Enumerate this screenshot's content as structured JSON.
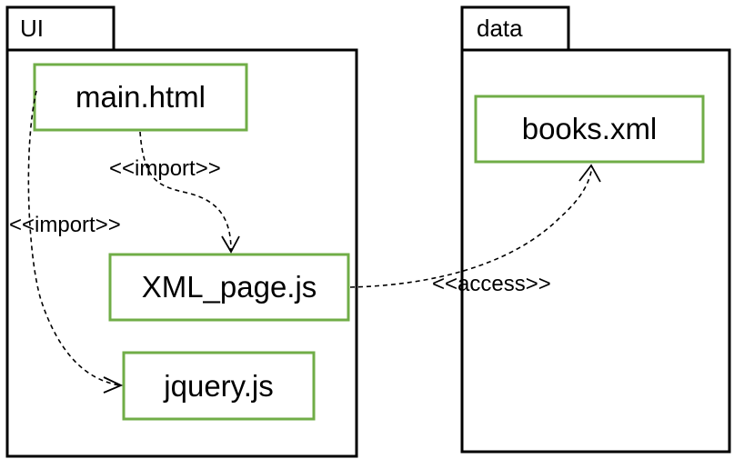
{
  "packages": {
    "ui": {
      "label": "UI"
    },
    "data": {
      "label": "data"
    }
  },
  "nodes": {
    "main_html": {
      "label": "main.html"
    },
    "xml_page_js": {
      "label": "XML_page.js"
    },
    "jquery_js": {
      "label": "jquery.js"
    },
    "books_xml": {
      "label": "books.xml"
    }
  },
  "edges": {
    "main_to_xmlpage": {
      "stereotype": "<<import>>"
    },
    "main_to_jquery": {
      "stereotype": "<<import>>"
    },
    "xmlpage_to_books": {
      "stereotype": "<<access>>"
    }
  },
  "colors": {
    "node_border": "#70ad47",
    "package_border": "#000000"
  }
}
